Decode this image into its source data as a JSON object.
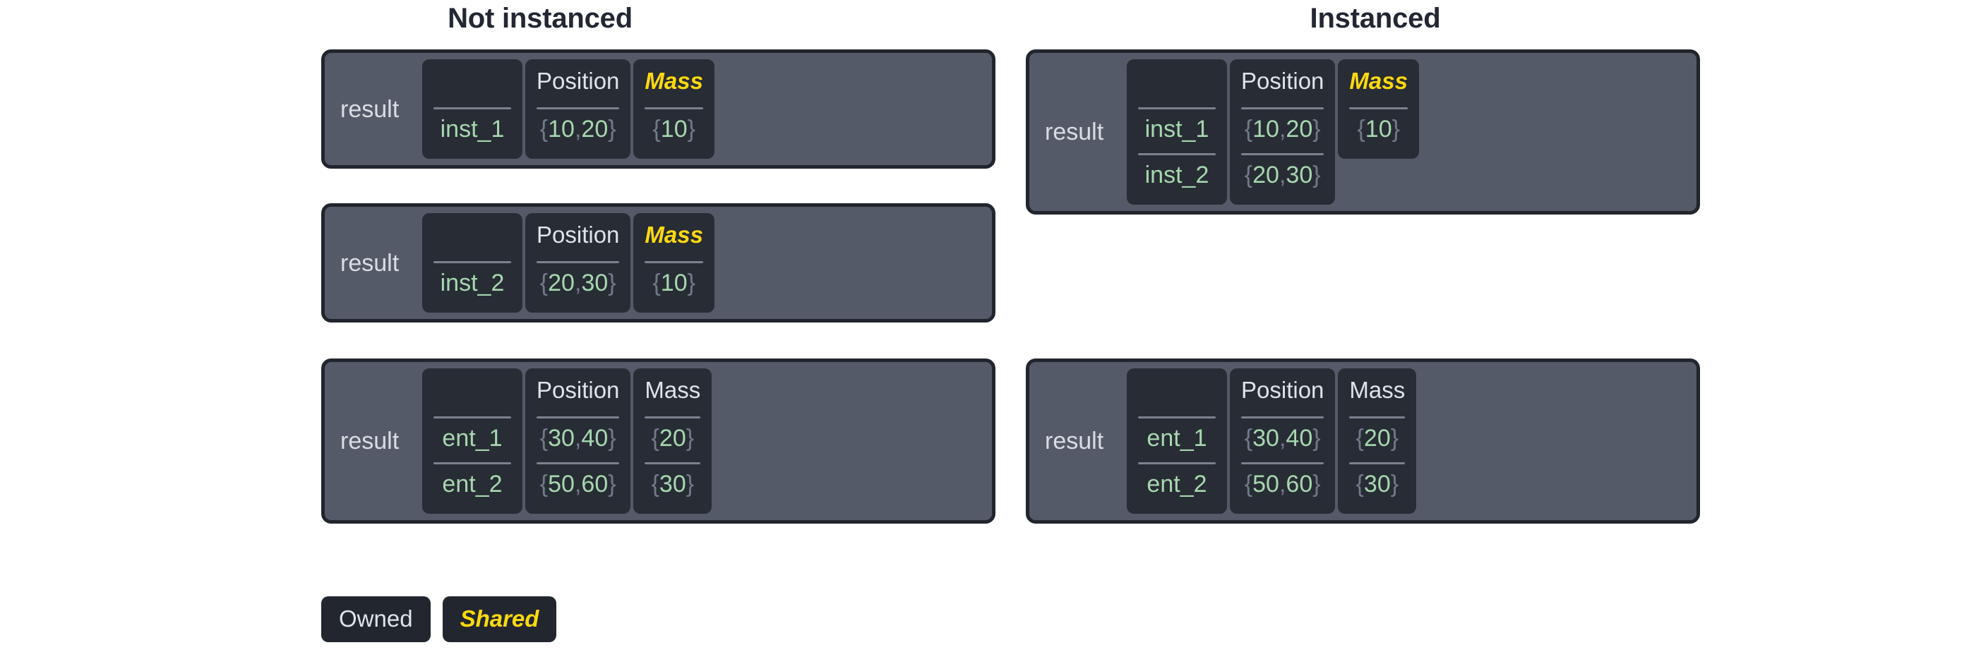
{
  "titles": {
    "left": "Not instanced",
    "right": "Instanced"
  },
  "labels": {
    "result": "result",
    "position_header": "Position",
    "mass_header": "Mass",
    "name_header": ""
  },
  "legend": {
    "owned": "Owned",
    "shared": "Shared"
  },
  "colors": {
    "outer_box": "#555a68",
    "outer_border": "#21252e",
    "panel": "#282c35",
    "value_green": "#a6d7ae",
    "brace_gray": "#727a89",
    "shared_yellow": "#ffd90f",
    "header_text": "#dfe3ea",
    "title_text": "#232733",
    "page_background": "#ffffff"
  },
  "not_instanced": {
    "boxes": [
      {
        "label": "result",
        "columns": [
          {
            "header": "",
            "shared": false,
            "cells": [
              "inst_1"
            ]
          },
          {
            "header": "Position",
            "shared": false,
            "cells": [
              "{10, 20}"
            ]
          },
          {
            "header": "Mass",
            "shared": true,
            "cells": [
              "{10}"
            ]
          }
        ]
      },
      {
        "label": "result",
        "columns": [
          {
            "header": "",
            "shared": false,
            "cells": [
              "inst_2"
            ]
          },
          {
            "header": "Position",
            "shared": false,
            "cells": [
              "{20, 30}"
            ]
          },
          {
            "header": "Mass",
            "shared": true,
            "cells": [
              "{10}"
            ]
          }
        ]
      },
      {
        "label": "result",
        "columns": [
          {
            "header": "",
            "shared": false,
            "cells": [
              "ent_1",
              "ent_2"
            ]
          },
          {
            "header": "Position",
            "shared": false,
            "cells": [
              "{30, 40}",
              "{50, 60}"
            ]
          },
          {
            "header": "Mass",
            "shared": false,
            "cells": [
              "{20}",
              "{30}"
            ]
          }
        ]
      }
    ]
  },
  "instanced": {
    "boxes": [
      {
        "label": "result",
        "columns": [
          {
            "header": "",
            "shared": false,
            "cells": [
              "inst_1",
              "inst_2"
            ]
          },
          {
            "header": "Position",
            "shared": false,
            "cells": [
              "{10, 20}",
              "{20, 30}"
            ]
          },
          {
            "header": "Mass",
            "shared": true,
            "cells": [
              "{10}"
            ]
          }
        ]
      },
      {
        "label": "result",
        "columns": [
          {
            "header": "",
            "shared": false,
            "cells": [
              "ent_1",
              "ent_2"
            ]
          },
          {
            "header": "Position",
            "shared": false,
            "cells": [
              "{30, 40}",
              "{50, 60}"
            ]
          },
          {
            "header": "Mass",
            "shared": false,
            "cells": [
              "{20}",
              "{30}"
            ]
          }
        ]
      }
    ]
  }
}
